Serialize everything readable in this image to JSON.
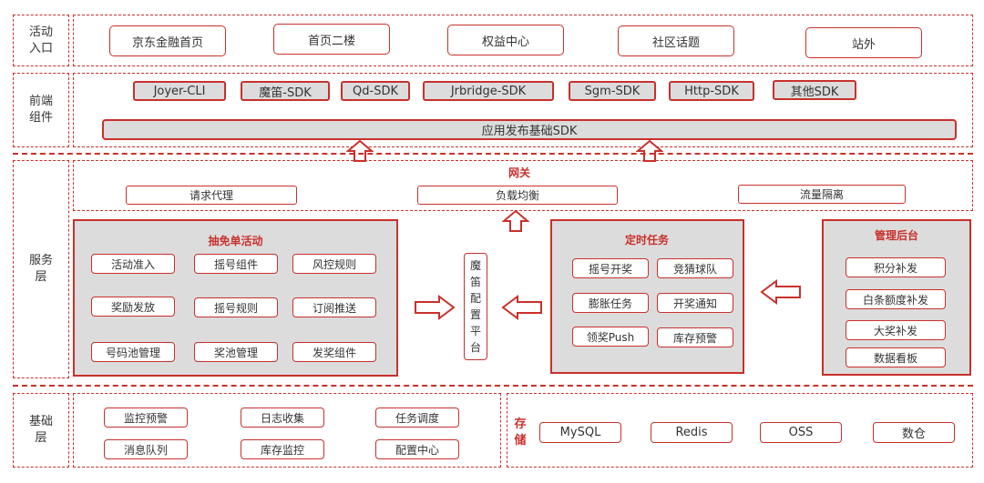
{
  "layers": {
    "entry_label": "活动\n入口",
    "frontend_label": "前端\n组件",
    "service_label": "服务\n层",
    "base_label": "基础\n层"
  },
  "entries": [
    "京东金融首页",
    "首页二楼",
    "权益中心",
    "社区话题",
    "站外"
  ],
  "sdks": [
    "Joyer-CLI",
    "魔笛-SDK",
    "Qd-SDK",
    "Jrbridge-SDK",
    "Sgm-SDK",
    "Http-SDK",
    "其他SDK"
  ],
  "sdk_base": "应用发布基础SDK",
  "gateway": {
    "title": "网关",
    "items": [
      "请求代理",
      "负载均衡",
      "流量隔离"
    ]
  },
  "lottery": {
    "title": "抽免单活动",
    "items": [
      "活动准入",
      "摇号组件",
      "风控规则",
      "奖励发放",
      "摇号规则",
      "订阅推送",
      "号码池管理",
      "奖池管理",
      "发奖组件"
    ]
  },
  "config_platform": "魔\n笛\n配\n置\n平\n台",
  "timer": {
    "title": "定时任务",
    "items": [
      "摇号开奖",
      "竞猜球队",
      "膨胀任务",
      "开奖通知",
      "领奖Push",
      "库存预警"
    ]
  },
  "admin": {
    "title": "管理后台",
    "items": [
      "积分补发",
      "白条额度补发",
      "大奖补发",
      "数据看板"
    ]
  },
  "base_infra": [
    "监控预警",
    "日志收集",
    "任务调度",
    "消息队列",
    "库存监控",
    "配置中心"
  ],
  "storage": {
    "title": "存\n储",
    "items": [
      "MySQL",
      "Redis",
      "OSS",
      "数仓"
    ]
  },
  "colors": {
    "accent": "#c9302c",
    "panel": "#dcdcdc"
  }
}
